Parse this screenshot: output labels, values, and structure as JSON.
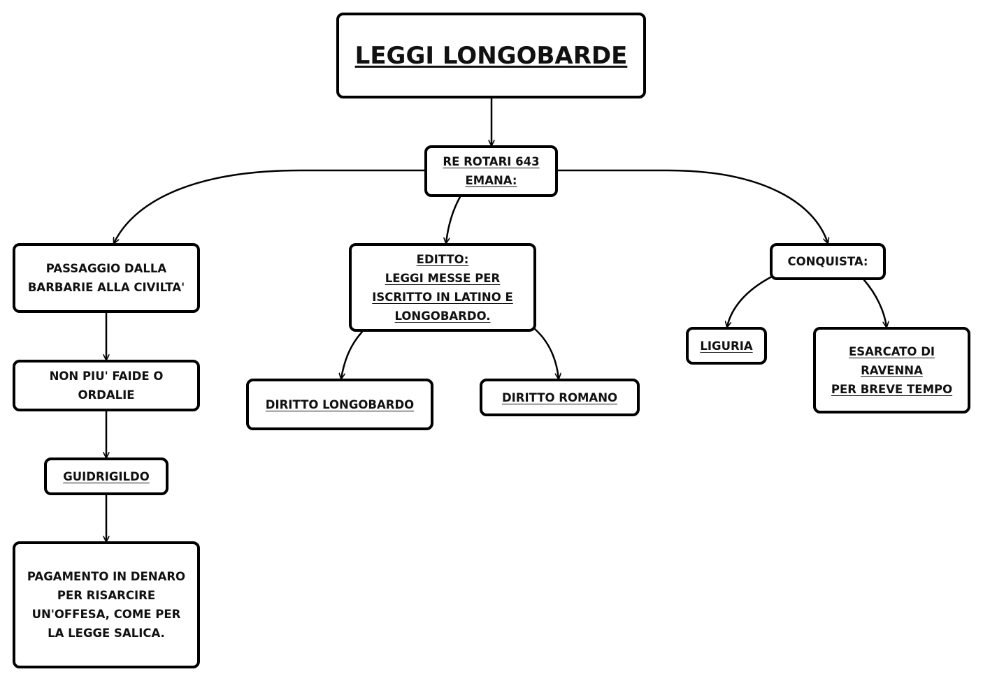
{
  "diagram": {
    "title": [
      "LEGGI LONGOBARDE"
    ],
    "nodes": {
      "rotari": [
        "RE ROTARI 643",
        "EMANA:"
      ],
      "passaggio": [
        "PASSAGGIO DALLA",
        "BARBARIE ALLA CIVILTA'"
      ],
      "editto": [
        "EDITTO:",
        "LEGGI MESSE PER",
        "ISCRITTO IN LATINO E",
        "LONGOBARDO."
      ],
      "conquista": [
        "CONQUISTA:"
      ],
      "faide": [
        "NON PIU' FAIDE O",
        "ORDALIE"
      ],
      "guidrigildo": [
        "GUIDRIGILDO"
      ],
      "pagamento": [
        "PAGAMENTO IN DENARO",
        "PER RISARCIRE",
        "UN'OFFESA, COME PER",
        "LA LEGGE SALICA."
      ],
      "diritto_longobardo": [
        "DIRITTO LONGOBARDO"
      ],
      "diritto_romano": [
        "DIRITTO ROMANO"
      ],
      "liguria": [
        "LIGURIA"
      ],
      "esarcato": [
        "ESARCATO DI",
        "RAVENNA",
        "PER BREVE TEMPO"
      ]
    },
    "edges": [
      {
        "from": "title",
        "to": "rotari"
      },
      {
        "from": "rotari",
        "to": "passaggio"
      },
      {
        "from": "rotari",
        "to": "editto"
      },
      {
        "from": "rotari",
        "to": "conquista"
      },
      {
        "from": "passaggio",
        "to": "faide"
      },
      {
        "from": "faide",
        "to": "guidrigildo"
      },
      {
        "from": "guidrigildo",
        "to": "pagamento"
      },
      {
        "from": "editto",
        "to": "diritto_longobardo"
      },
      {
        "from": "editto",
        "to": "diritto_romano"
      },
      {
        "from": "conquista",
        "to": "liguria"
      },
      {
        "from": "conquista",
        "to": "esarcato"
      }
    ]
  }
}
